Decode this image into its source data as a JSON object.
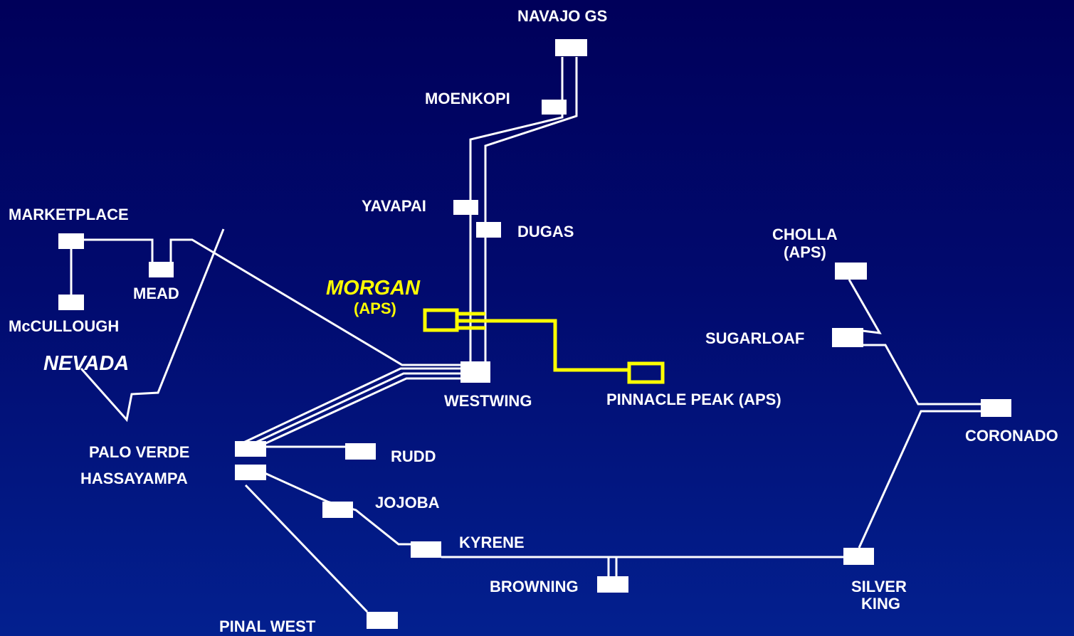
{
  "colors": {
    "background_top": "#00005a",
    "background_bottom": "#03208f",
    "line": "#ffffff",
    "highlight": "#ffff00"
  },
  "labels": {
    "navajo": "NAVAJO GS",
    "moenkopi": "MOENKOPI",
    "yavapai": "YAVAPAI",
    "dugas": "DUGAS",
    "marketplace": "MARKETPLACE",
    "mead": "MEAD",
    "mccullough": "McCULLOUGH",
    "nevada": "NEVADA",
    "morgan": "MORGAN",
    "morgan_owner": "(APS)",
    "westwing": "WESTWING",
    "pinnacle_peak": "PINNACLE PEAK (APS)",
    "cholla": "CHOLLA",
    "cholla_owner": "(APS)",
    "sugarloaf": "SUGARLOAF",
    "coronado": "CORONADO",
    "palo_verde": "PALO VERDE",
    "hassayampa": "HASSAYAMPA",
    "rudd": "RUDD",
    "jojoba": "JOJOBA",
    "kyrene": "KYRENE",
    "browning": "BROWNING",
    "silver_king_1": "SILVER",
    "silver_king_2": "KING",
    "pinal_west": "PINAL WEST"
  }
}
